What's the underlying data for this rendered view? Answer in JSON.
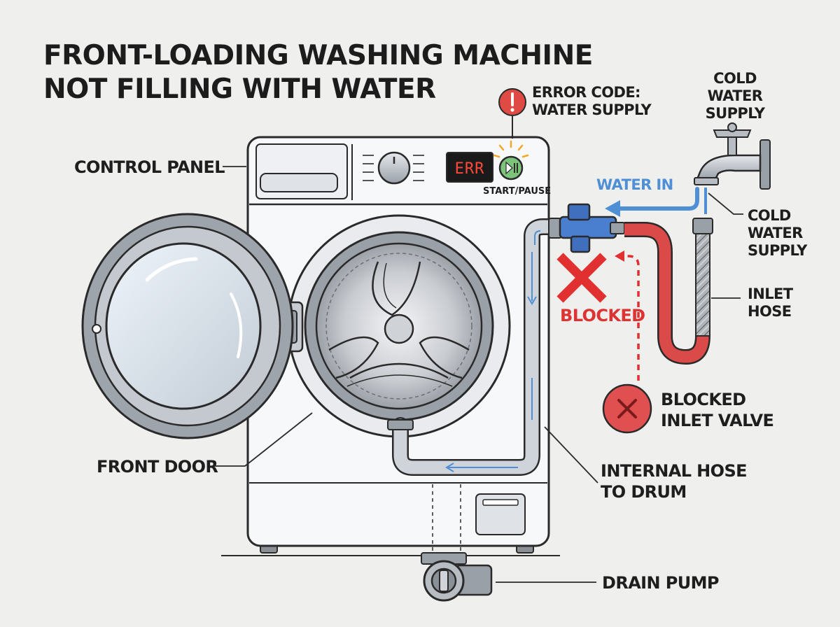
{
  "title": {
    "line1": "FRONT-LOADING WASHING MACHINE",
    "line2": "NOT FILLING WITH WATER"
  },
  "labels": {
    "control_panel": "CONTROL PANEL",
    "front_door": "FRONT DOOR",
    "error_code_line1": "ERROR CODE:",
    "error_code_line2": "WATER SUPPLY",
    "display": "ERR",
    "start_pause": "START/PAUSE",
    "cold_water_supply_top_line1": "COLD WATER",
    "cold_water_supply_top_line2": "SUPPLY",
    "water_in": "WATER IN",
    "cold_water_supply_side_line1": "COLD",
    "cold_water_supply_side_line2": "WATER",
    "cold_water_supply_side_line3": "SUPPLY",
    "inlet_hose_line1": "INLET",
    "inlet_hose_line2": "HOSE",
    "blocked": "BLOCKED",
    "blocked_inlet_valve_line1": "BLOCKED",
    "blocked_inlet_valve_line2": "INLET VALVE",
    "internal_hose_line1": "INTERNAL HOSE",
    "internal_hose_line2": "TO DRUM",
    "drain_pump": "DRAIN PUMP"
  },
  "colors": {
    "machine_body": "#f7f8fa",
    "outline": "#2a2a2a",
    "water_flow_blue": "#4f8fd6",
    "inlet_hose_red": "#d94a48",
    "alert_red": "#dd3333",
    "start_button_green": "#7bc47a"
  }
}
